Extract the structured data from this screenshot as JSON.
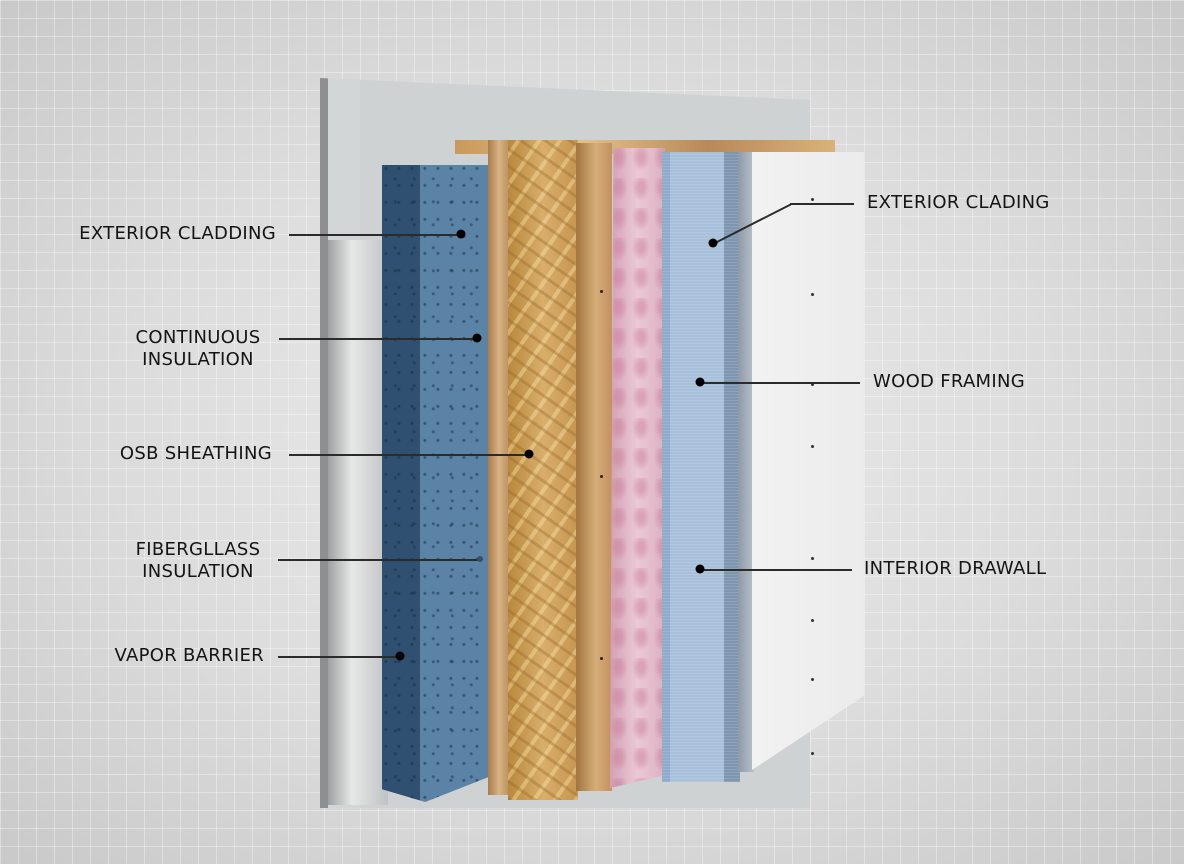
{
  "diagram": {
    "title": "",
    "type": "wall assembly cross-section",
    "layers_drawn_left_to_right": [
      {
        "id": "exterior-cladding-board",
        "color": "#d3d6d6"
      },
      {
        "id": "continuous-insulation-foam",
        "color": "#5b83a6"
      },
      {
        "id": "wood-stud",
        "color": "#d8b384"
      },
      {
        "id": "osb-sheathing",
        "color": "#d8ae6a"
      },
      {
        "id": "wood-stud-2",
        "color": "#d6ad78"
      },
      {
        "id": "fiberglass-batt",
        "color": "#ebc9d6"
      },
      {
        "id": "blue-board",
        "color": "#a9c0da"
      },
      {
        "id": "interior-drywall",
        "color": "#f2f2f2"
      }
    ]
  },
  "labels": {
    "left": [
      {
        "text": "EXTERIOR CLADDING"
      },
      {
        "lines": [
          "CONTINUOUS",
          "INSULATION"
        ]
      },
      {
        "text": "OSB SHEATHING"
      },
      {
        "lines": [
          "FIBERGLLASS",
          "INSULATION"
        ]
      },
      {
        "text": "VAPOR BARRIER"
      }
    ],
    "right": [
      {
        "text": "EXTERIOR CLADING"
      },
      {
        "text": "WOOD FRAMING"
      },
      {
        "text": "INTERIOR DRAWALL"
      }
    ]
  },
  "colors": {
    "label_text": "#141414",
    "leader_line": "#2b2b2b",
    "pin": "#000000"
  }
}
